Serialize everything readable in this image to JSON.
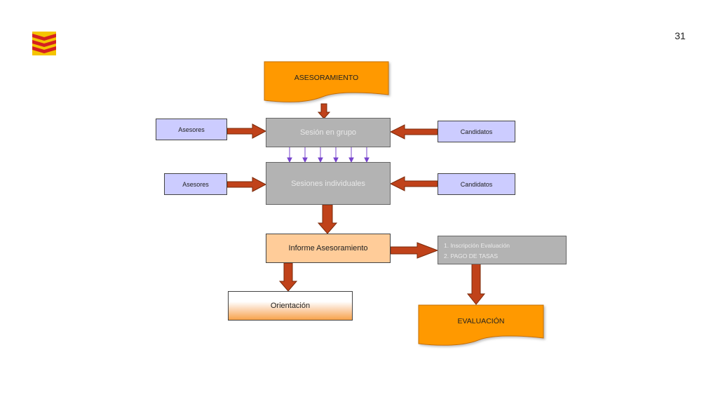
{
  "slide": {
    "number": "31"
  },
  "colors": {
    "arrow_fill": "#c0421a",
    "arrow_stroke": "#7a2a0a",
    "doc_fill": "#ff9900",
    "purple_box": "#ccccff",
    "gray_box": "#b3b3b3",
    "peach_box": "#ffcc99",
    "small_arrow": "#7744cc"
  },
  "nodes": {
    "asesoramiento": "ASESORAMIENTO",
    "sesion_grupo": "Sesión en grupo",
    "sesiones_individuales": "Sesiones individuales",
    "asesores_1": "Asesores",
    "asesores_2": "Asesores",
    "candidatos_1": "Candidatos",
    "candidatos_2": "Candidatos",
    "informe": "Informe Asesoramiento",
    "orientacion": "Orientación",
    "inscripcion": [
      "1. Inscripción Evaluación",
      "2. PAGO DE TASAS"
    ],
    "evaluacion": "EVALUACIÓN"
  },
  "icons": {
    "logo": "aragon-flag-icon"
  }
}
